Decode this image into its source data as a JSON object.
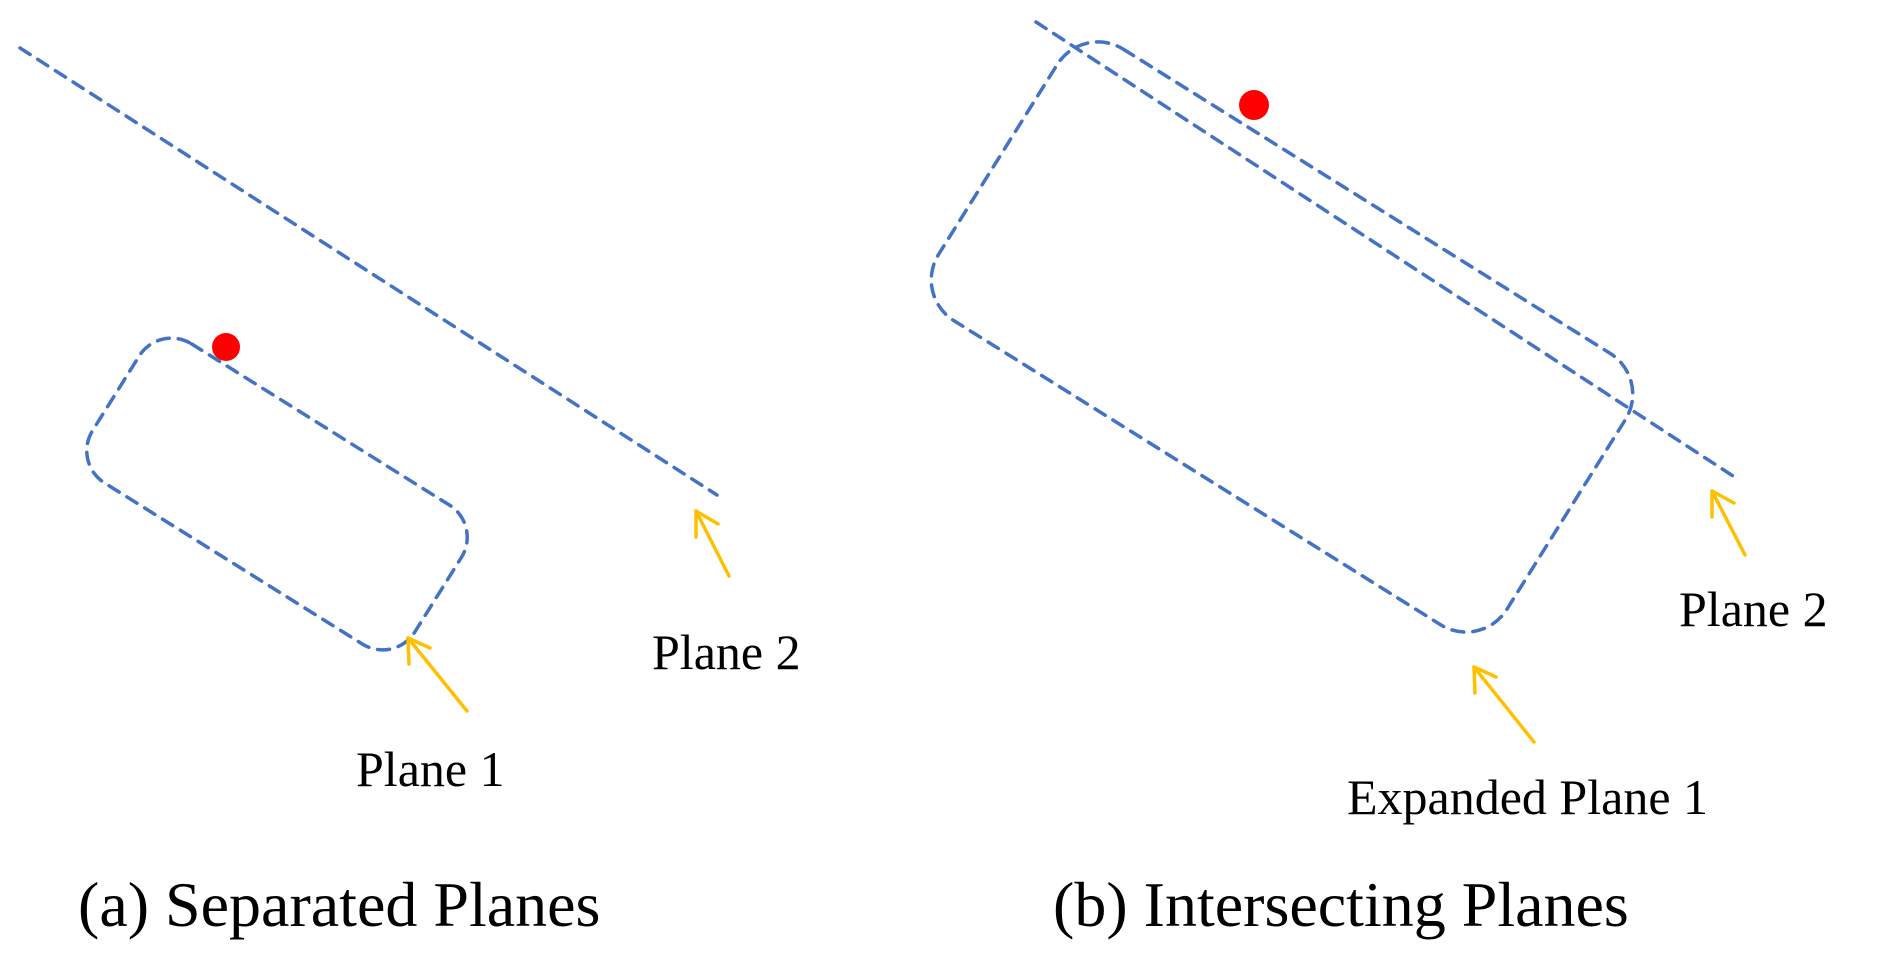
{
  "colors": {
    "background": "#ffffff",
    "plane_line": "#4472c4",
    "point": "#ff0000",
    "arrow": "#ffc000",
    "text": "#000000"
  },
  "panel_a": {
    "caption": "(a) Separated Planes",
    "plane1_label": "Plane 1",
    "plane2_label": "Plane 2"
  },
  "panel_b": {
    "caption": "(b) Intersecting Planes",
    "plane1_label": "Expanded Plane 1",
    "plane2_label": "Plane 2"
  }
}
